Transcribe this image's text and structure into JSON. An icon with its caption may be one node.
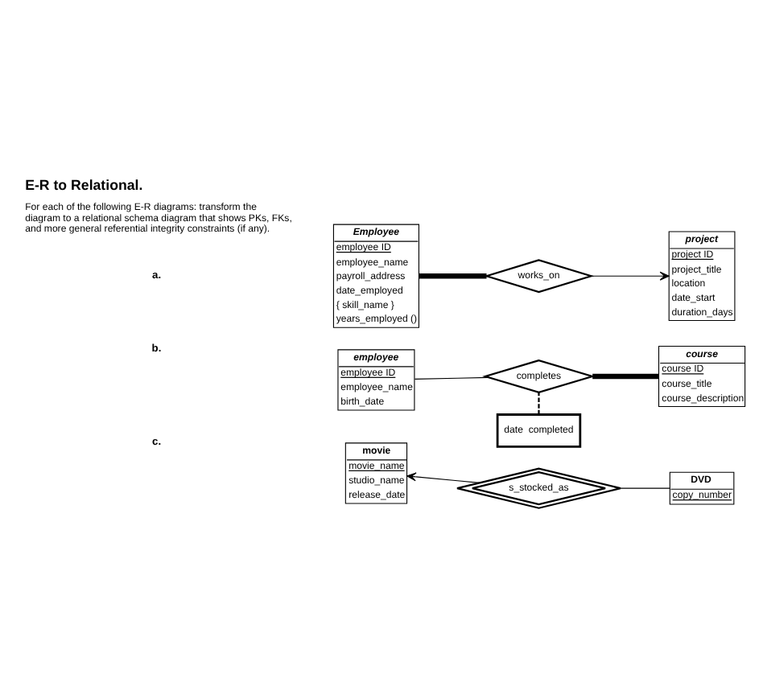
{
  "diagram": {
    "title": "E-R to Relational.",
    "nodes": [
      {
        "text": [
          "Employee",
          "employee ID",
          "employee_name",
          "payroll_address",
          "date_employed",
          "{ skill_name }",
          "years_employed ()"
        ]
      },
      {
        "text": [
          "works_on"
        ]
      },
      {
        "text": [
          "project",
          "project ID",
          "project_title",
          "location",
          "date_start",
          "duration_days"
        ]
      },
      {
        "text": [
          "date  completed"
        ]
      },
      {
        "text": [
          "employee",
          "employee ID",
          "employee_name",
          "birth_date"
        ]
      },
      {
        "text": [
          "completes"
        ]
      },
      {
        "text": [
          "course",
          "course ID",
          "course_title",
          "course_description"
        ]
      },
      {
        "text": [
          "movie",
          "movie_name",
          "studio_name",
          "release_date"
        ]
      },
      {
        "text": [
          "s_stocked_as"
        ]
      },
      {
        "text": [
          "DVD",
          "copy_number"
        ]
      }
    ],
    "edges": [
      {
        "from": 0,
        "to": 1,
        "arrow": "none",
        "style": "thick"
      },
      {
        "from": 1,
        "to": 2,
        "arrow": "to"
      },
      {
        "from": 3,
        "to": 5,
        "arrow": "none",
        "style": "dashed"
      },
      {
        "from": 4,
        "to": 5,
        "arrow": "none"
      },
      {
        "from": 5,
        "to": 6,
        "arrow": "none",
        "style": "thick"
      },
      {
        "from": 8,
        "to": 7,
        "arrow": "to"
      },
      {
        "from": 8,
        "to": 9,
        "arrow": "none"
      }
    ],
    "labels": [
      "For each of the following E-R diagrams: transform the diagram to a relational schema diagram that shows PKs, FKs, and more general referential integrity constraints (if any).",
      "a.",
      "b.",
      "c."
    ]
  }
}
